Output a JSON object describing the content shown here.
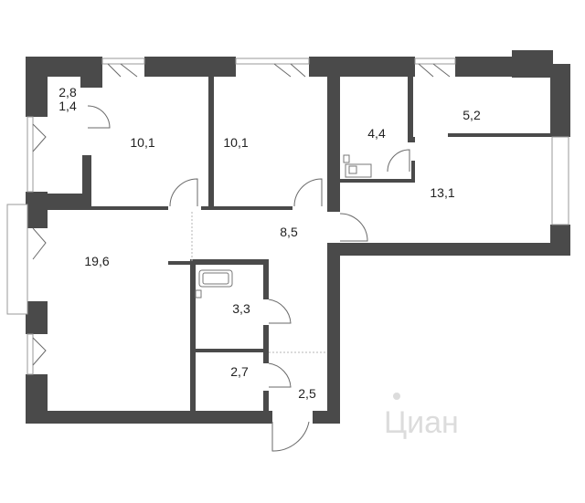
{
  "rooms": [
    {
      "id": "storage-top",
      "area": "2,8"
    },
    {
      "id": "storage-bottom",
      "area": "1,4"
    },
    {
      "id": "bedroom-1",
      "area": "10,1"
    },
    {
      "id": "bedroom-2",
      "area": "10,1"
    },
    {
      "id": "bathroom-small",
      "area": "4,4"
    },
    {
      "id": "kitchen",
      "area": "5,2"
    },
    {
      "id": "living-kitchen",
      "area": "13,1"
    },
    {
      "id": "hallway",
      "area": "8,5"
    },
    {
      "id": "living-room",
      "area": "19,6"
    },
    {
      "id": "bathroom",
      "area": "3,3"
    },
    {
      "id": "wc",
      "area": "2,7"
    },
    {
      "id": "entrance",
      "area": "2,5"
    }
  ],
  "watermark": "Циан"
}
